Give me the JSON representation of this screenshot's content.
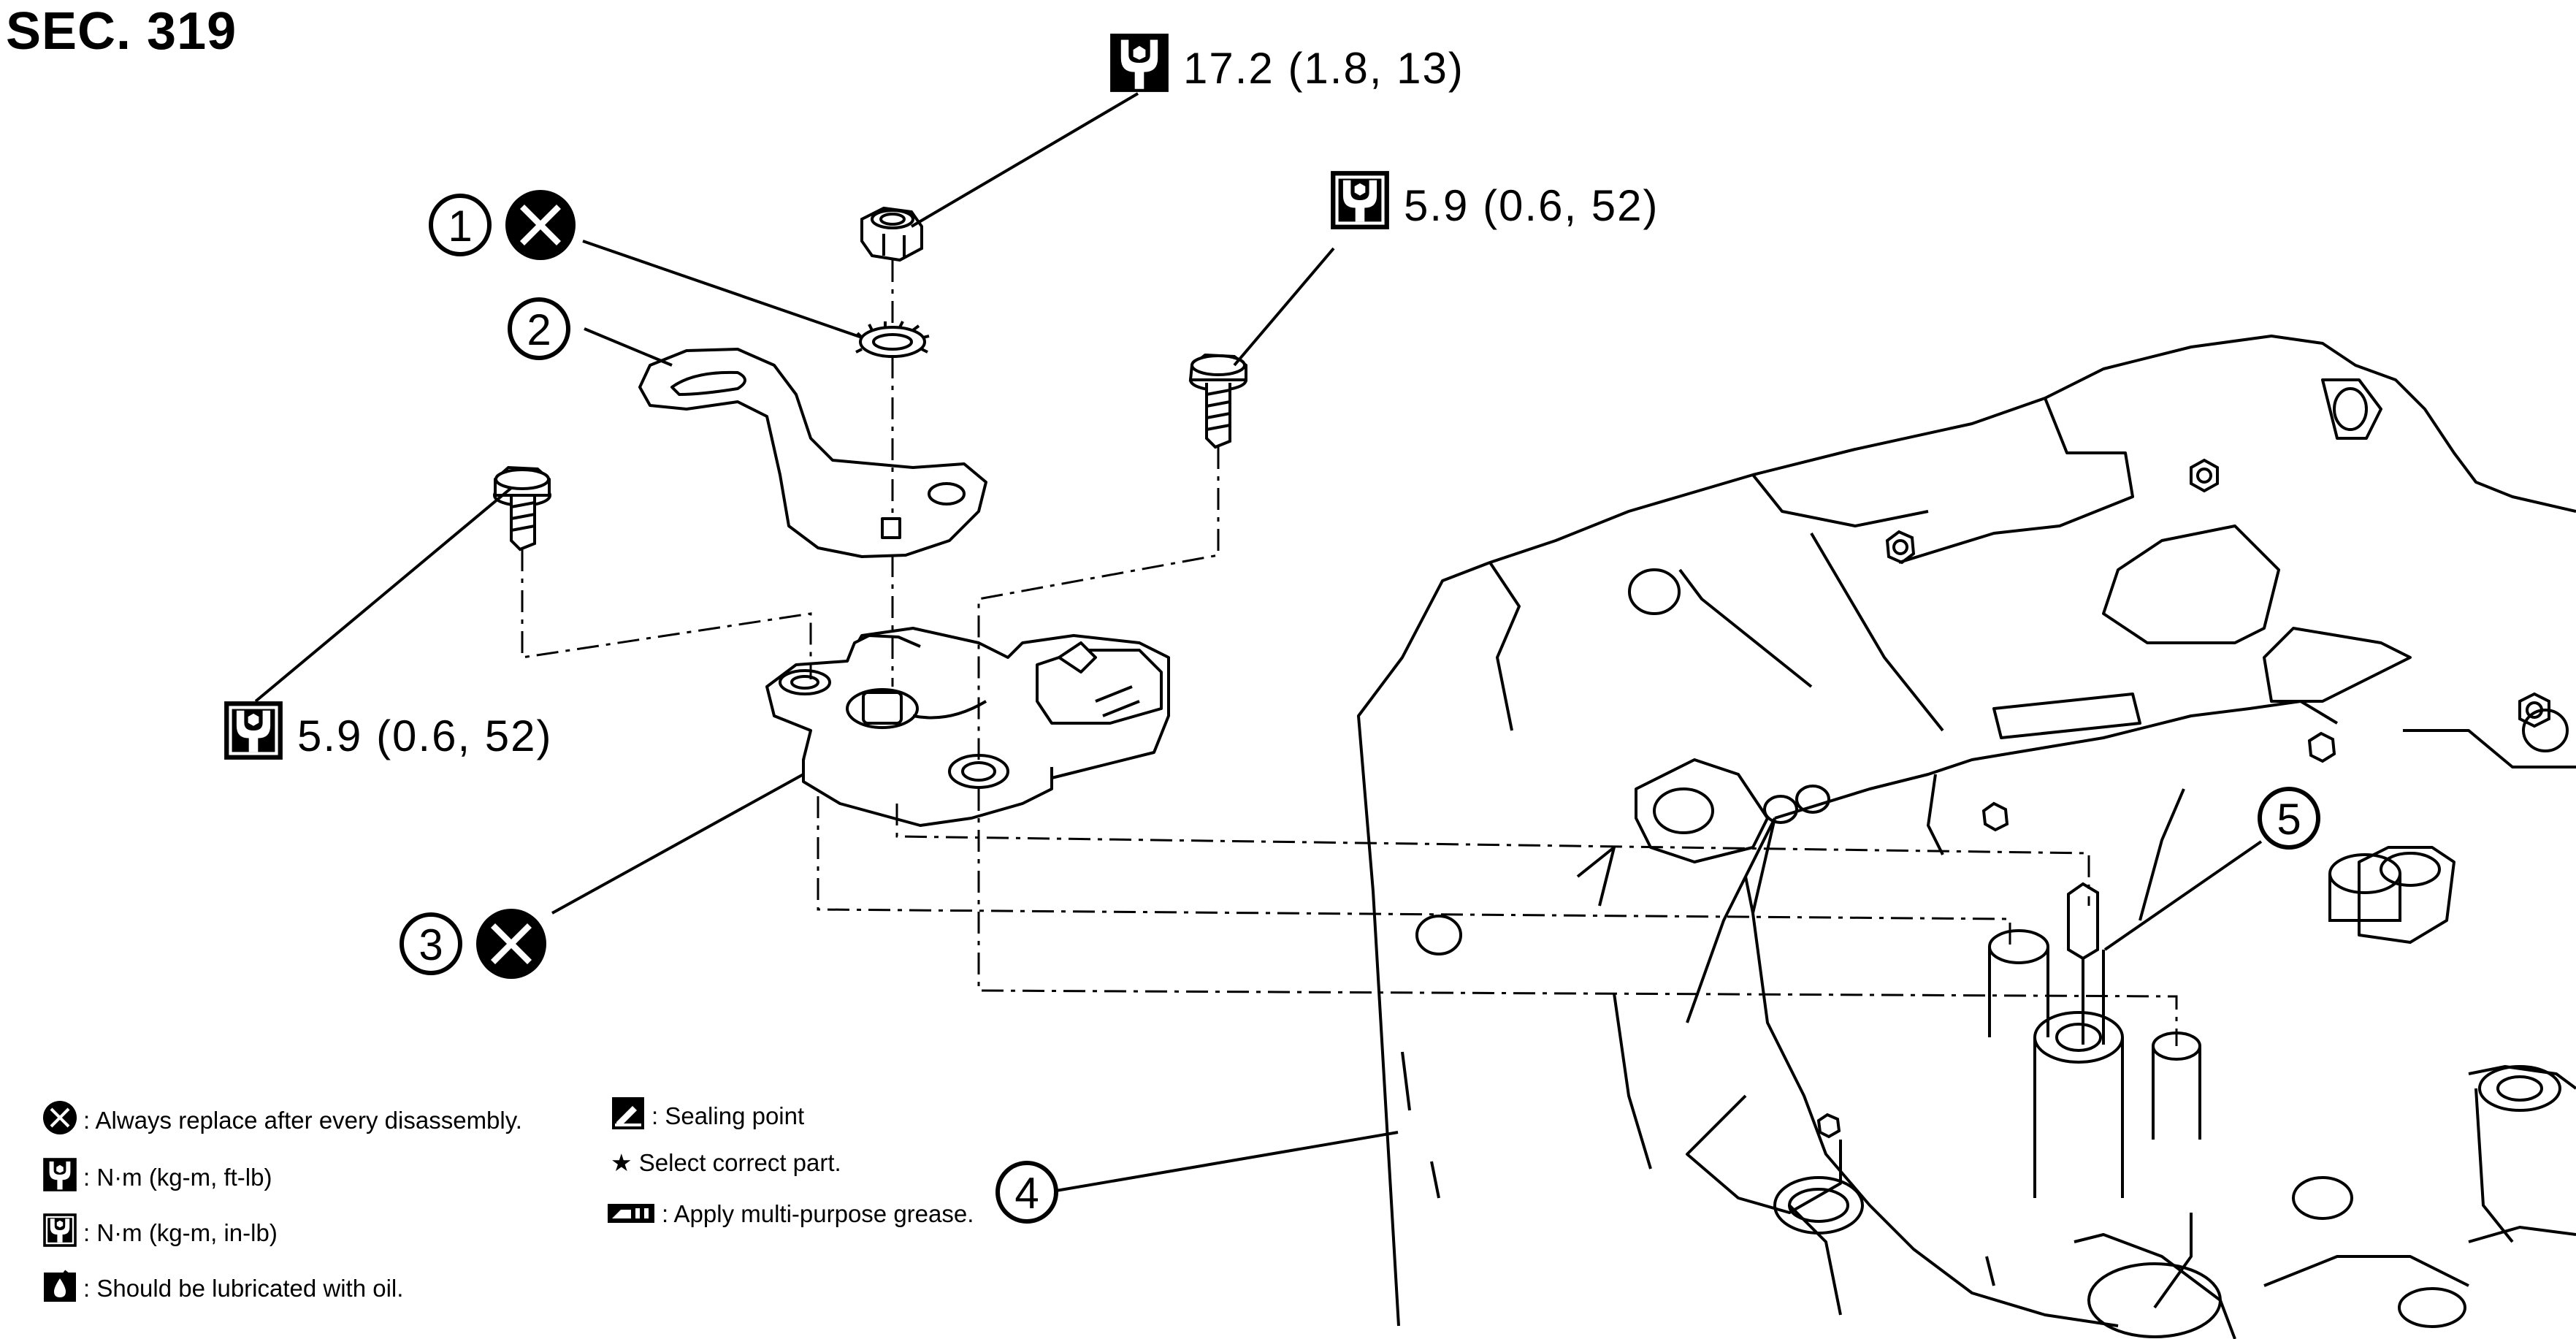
{
  "section": "SEC. 319",
  "torque_specs": [
    {
      "value": "17.2 (1.8, 13)",
      "icon": "torque-wrench-ftlb-icon"
    },
    {
      "value": "5.9 (0.6, 52)",
      "icon": "torque-wrench-inlb-icon"
    },
    {
      "value": "5.9 (0.6, 52)",
      "icon": "torque-wrench-inlb-icon"
    }
  ],
  "callouts": [
    "1",
    "2",
    "3",
    "4",
    "5"
  ],
  "legend": [
    {
      "icon": "always-replace-icon",
      "text": ": Always replace after every disassembly."
    },
    {
      "icon": "torque-ftlb-icon",
      "text": ": N·m (kg-m, ft-lb)"
    },
    {
      "icon": "torque-inlb-icon",
      "text": ": N·m (kg-m, in-lb)"
    },
    {
      "icon": "oil-icon",
      "text": ": Should be lubricated with oil."
    },
    {
      "icon": "sealing-point-icon",
      "text": ": Sealing point"
    },
    {
      "icon": "star-icon",
      "text": "★ Select correct part."
    },
    {
      "icon": "grease-icon",
      "text": " : Apply multi-purpose grease."
    }
  ]
}
